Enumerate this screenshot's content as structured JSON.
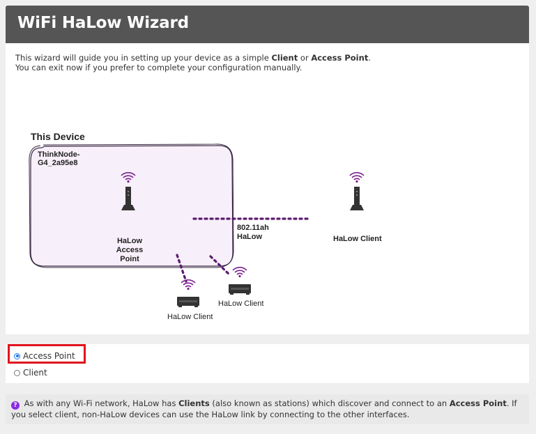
{
  "header": {
    "title": "WiFi HaLow Wizard"
  },
  "intro": {
    "line1_pre": "This wizard will guide you in setting up your device as a simple ",
    "line1_client": "Client",
    "line1_mid": " or ",
    "line1_ap": "Access Point",
    "line1_post": ".",
    "line2": "You can exit now if you prefer to complete your configuration manually."
  },
  "diagram": {
    "this_device_label": "This Device",
    "device_name": "ThinkNode-G4_2a95e8",
    "ap_label": "HaLow Access Point",
    "link_label": "802.11ah HaLow",
    "client_right_label": "HaLow Client",
    "client_mid_label": "HaLow Client",
    "client_low_label": "HaLow Client",
    "colors": {
      "link": "#5a1a6e",
      "wifi_waves": "#7a1f8f",
      "device_box_fill": "#f7eff9",
      "device_box_stroke": "#3a2a45"
    }
  },
  "mode": {
    "selected": "Access Point",
    "options": [
      "Access Point",
      "Client"
    ],
    "highlight_color": "#e0141e"
  },
  "info": {
    "text_1": " As with any Wi-Fi network, HaLow has ",
    "clients": "Clients",
    "text_2": " (also known as stations) which discover and connect to an ",
    "access_point": "Access Point",
    "text_3": ". If you select client, non-HaLow devices can use the HaLow link by connecting to the other interfaces."
  }
}
